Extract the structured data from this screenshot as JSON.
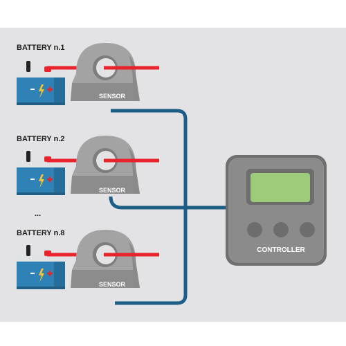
{
  "batteries": [
    {
      "label": "BATTERY n.1"
    },
    {
      "label": "BATTERY n.2"
    },
    {
      "label": "BATTERY n.8"
    }
  ],
  "ellipsis": "...",
  "sensor_label": "SENSOR",
  "controller_label": "CONTROLLER",
  "colors": {
    "background": "#e3e3e5",
    "cable_red": "#e8232b",
    "cable_blue": "#1d5e86",
    "battery_body": "#2f82b6",
    "battery_top": "#dfe3e6",
    "sensor_gray": "#9a9a9a",
    "controller_body": "#8b8b8b",
    "screen_green": "#9ccb7a"
  }
}
